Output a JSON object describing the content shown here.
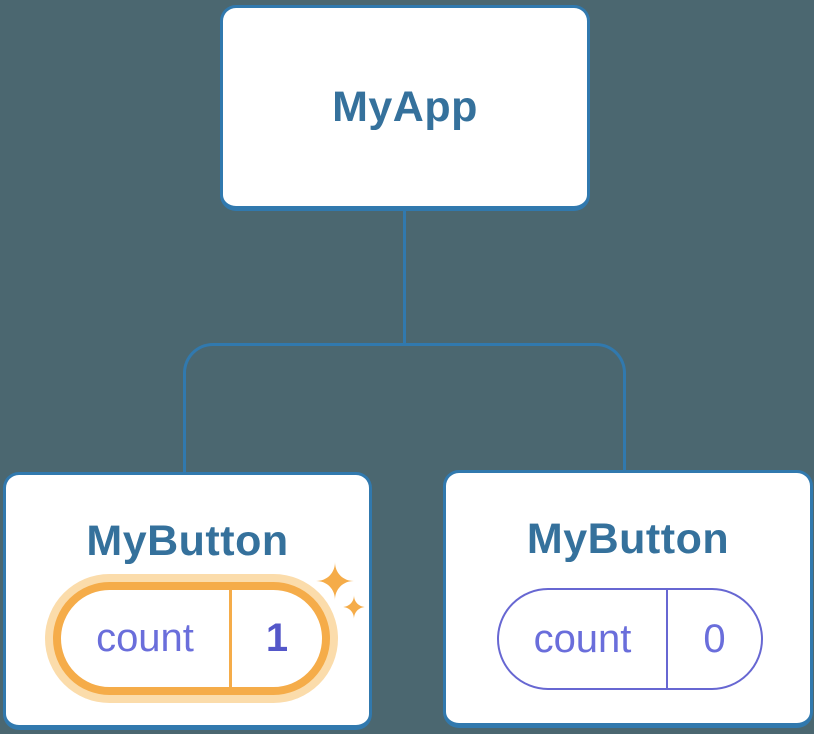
{
  "diagram": {
    "description": "React component tree showing isolated state",
    "background_color": "#4B6770",
    "connector_color": "#3179AE",
    "card_border_color": "#3179AE",
    "title_color": "#35719C",
    "state_accent_color": "#6767D2",
    "highlight_color": "#F5AC49",
    "highlight_halo_color": "#FBDCAB",
    "nodes": {
      "app": {
        "title": "MyApp"
      },
      "button_left": {
        "title": "MyButton",
        "highlighted": true,
        "state": {
          "label": "count",
          "value": "1"
        },
        "icons": [
          "sparkle-icon",
          "sparkle-icon"
        ]
      },
      "button_right": {
        "title": "MyButton",
        "highlighted": false,
        "state": {
          "label": "count",
          "value": "0"
        }
      }
    }
  }
}
